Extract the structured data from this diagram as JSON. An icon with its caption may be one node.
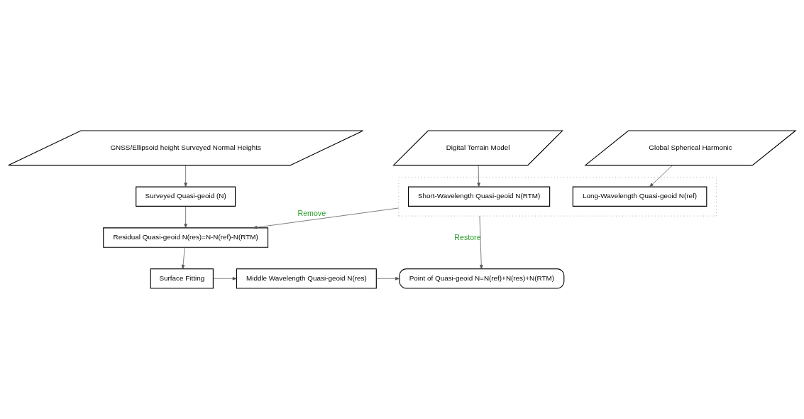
{
  "diagram": {
    "nodes": [
      {
        "text": [
          "GNSS/Ellipsoid height Surveyed Normal Heights"
        ]
      },
      {
        "text": [
          "Digital Terrain Model"
        ]
      },
      {
        "text": [
          "Global Spherical Harmonic"
        ]
      },
      {
        "text": [
          "Surveyed Quasi-geoid (N)"
        ]
      },
      {
        "text": [],
        "shape": "box"
      },
      {
        "text": [
          "Short-Wavelength Quasi-geoid N(RTM)"
        ],
        "in": 4
      },
      {
        "text": [
          "Long-Wavelength Quasi-geoid N(ref)"
        ],
        "in": 4
      },
      {
        "text": [
          "Residual Quasi-geoid N(res)=N-N(ref)-N(RTM)"
        ]
      },
      {
        "text": [
          "Surface Fitting"
        ]
      },
      {
        "text": [
          "Middle Wavelength Quasi-geoid N(res)"
        ]
      },
      {
        "text": [
          "Point of Quasi-geoid N=N(ref)+N(res)+N(RTM)"
        ]
      }
    ],
    "edges": [
      {
        "from": 0,
        "to": 3,
        "arrow": "to"
      },
      {
        "from": 1,
        "to": 5,
        "arrow": "to"
      },
      {
        "from": 2,
        "to": 6,
        "arrow": "to"
      },
      {
        "from": 3,
        "to": 7,
        "arrow": "to"
      },
      {
        "from": 4,
        "to": 7,
        "arrow": "to",
        "label": "Remove"
      },
      {
        "from": 7,
        "to": 8,
        "arrow": "to"
      },
      {
        "from": 8,
        "to": 9,
        "arrow": "to"
      },
      {
        "from": 9,
        "to": 10,
        "arrow": "to"
      },
      {
        "from": 4,
        "to": 10,
        "arrow": "to",
        "label": "Restore"
      }
    ]
  }
}
